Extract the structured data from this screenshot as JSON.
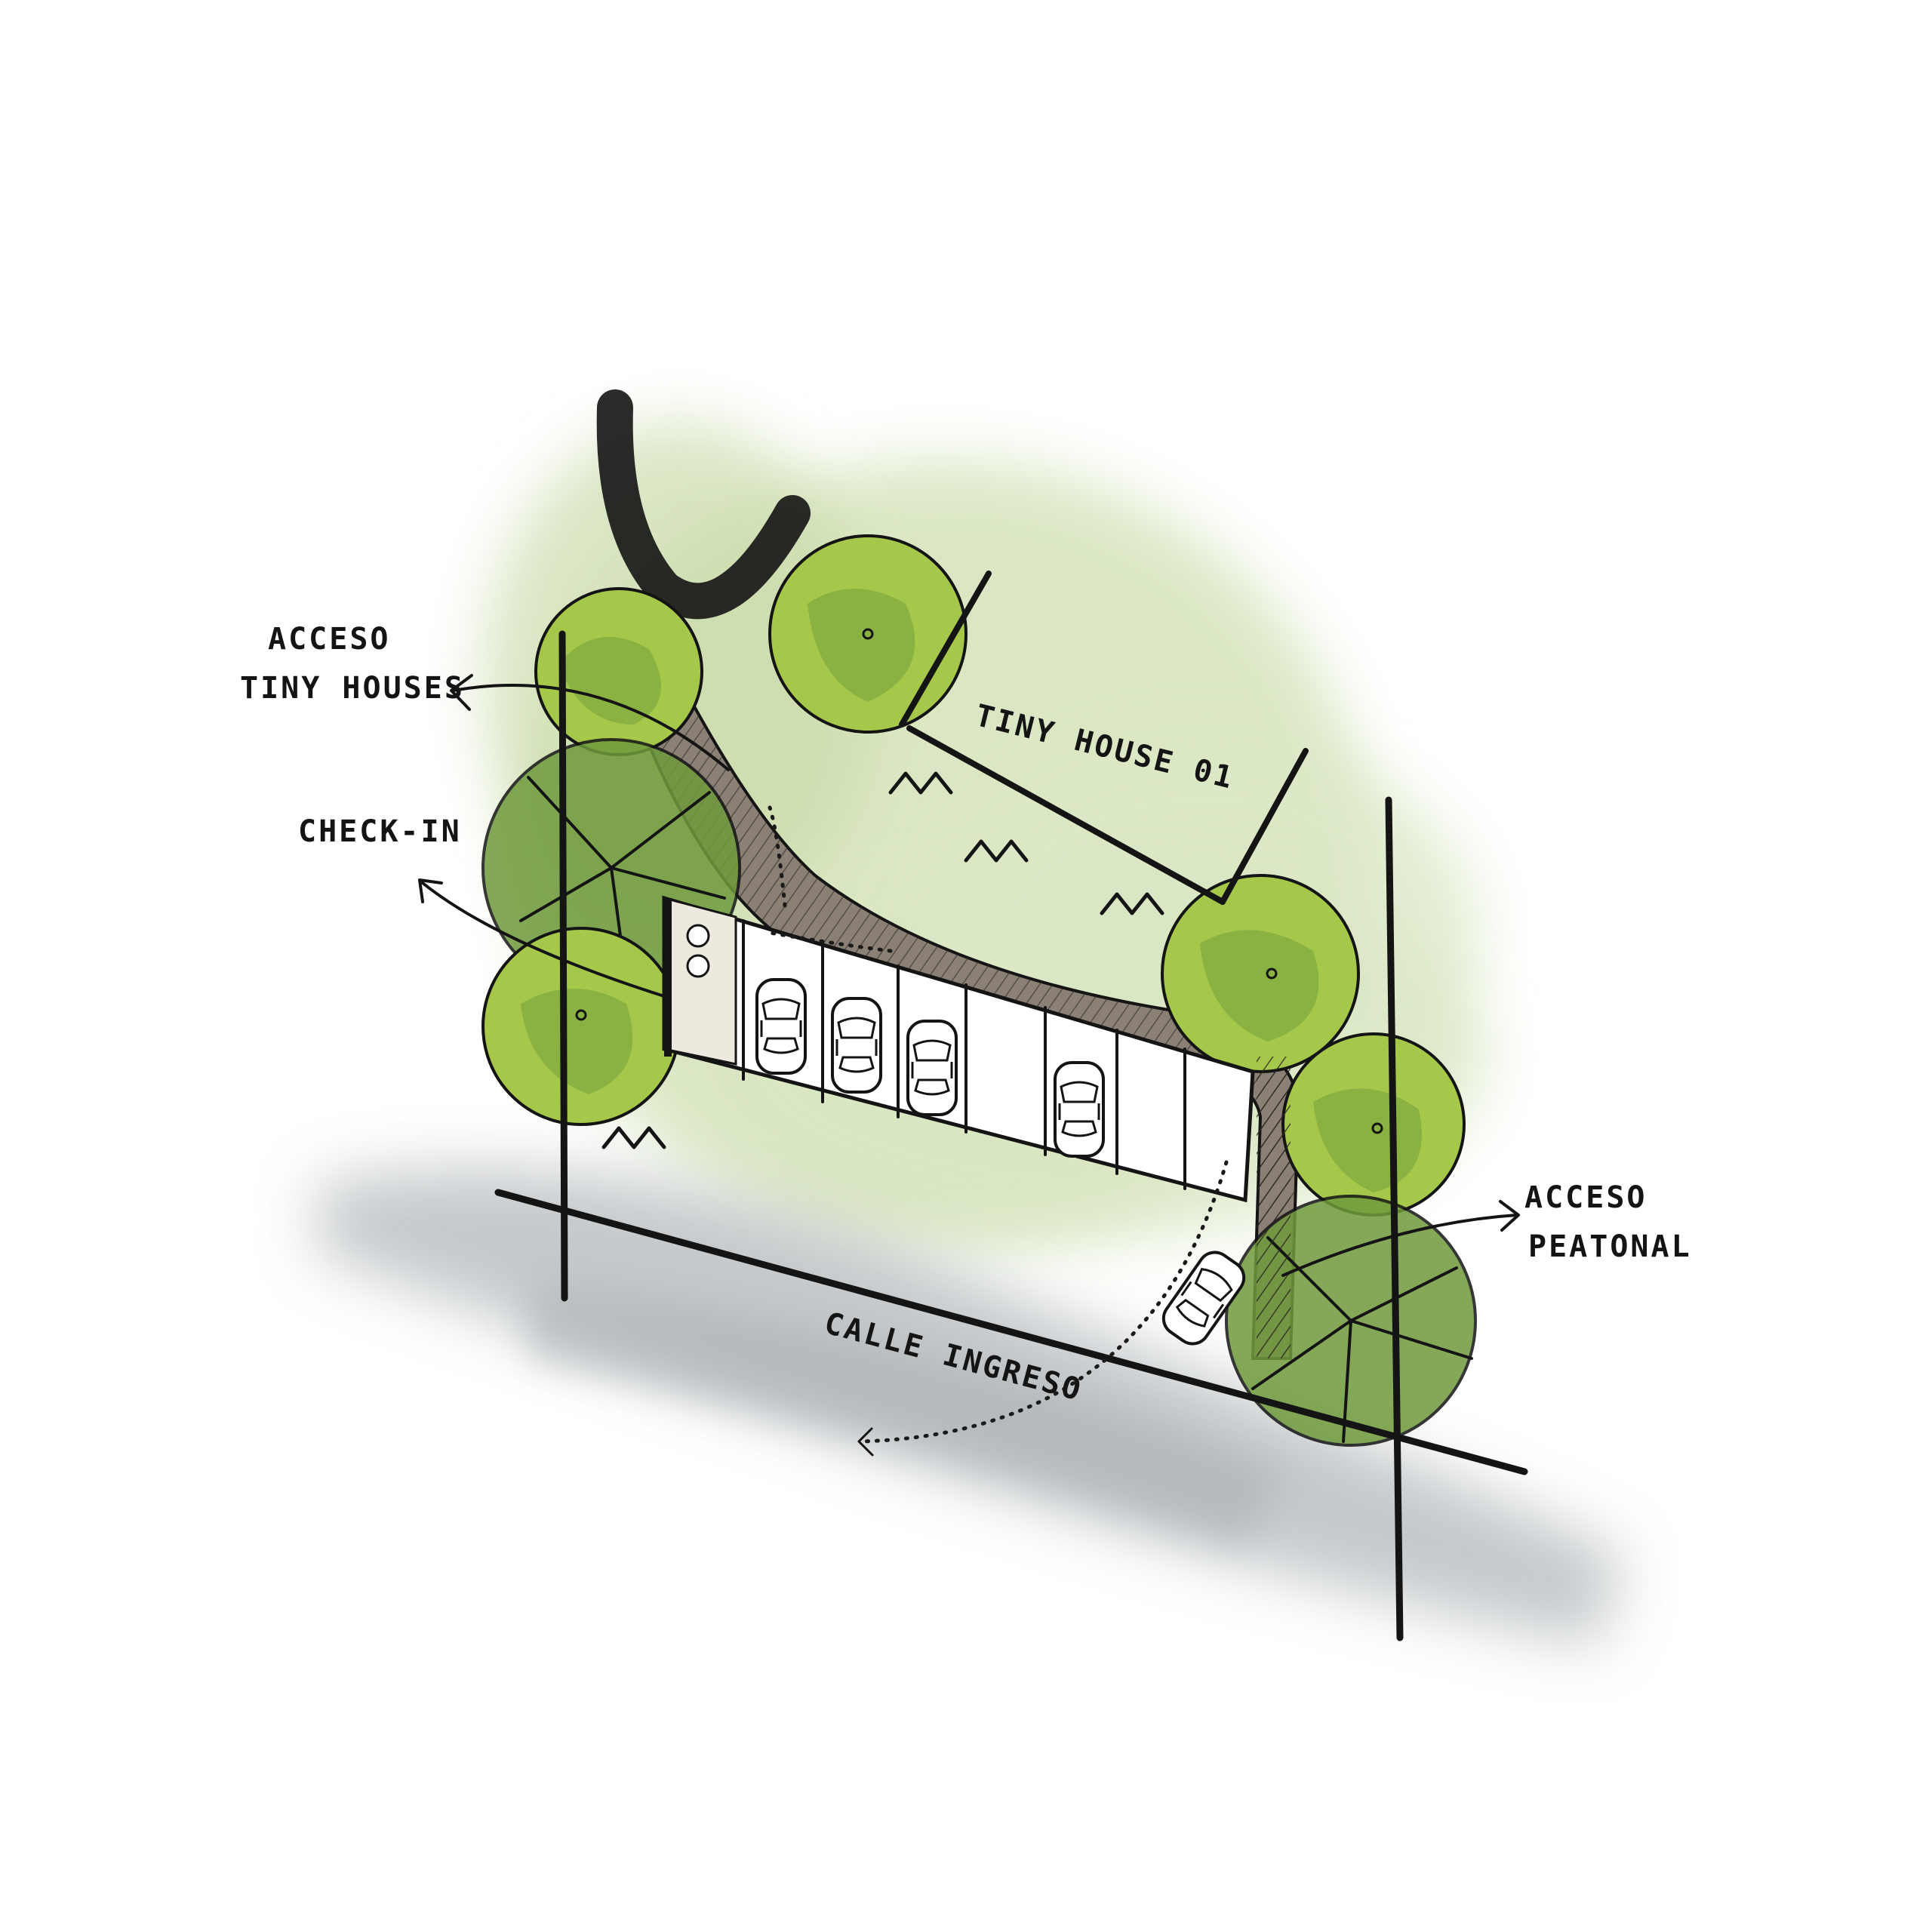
{
  "labels": {
    "acceso_tiny_line1": "ACCESO",
    "acceso_tiny_line2": "TINY HOUSES",
    "tiny_house": "TINY HOUSE 01",
    "check_in": "CHECK-IN",
    "acceso_peatonal_line1": "ACCESO",
    "acceso_peatonal_line2": "PEATONAL",
    "calle": "CALLE INGRESO"
  },
  "colors": {
    "tree_light": "#a6c84a",
    "tree_mid": "#8cb640",
    "tree_dark": "#6f9a3c",
    "ground_green": "#d5e2b8",
    "road_gray": "#b9bec0",
    "path_brown": "#8a8075",
    "ink": "#141414"
  },
  "icons": [
    "car-icon",
    "tree-icon",
    "arrow-icon"
  ]
}
